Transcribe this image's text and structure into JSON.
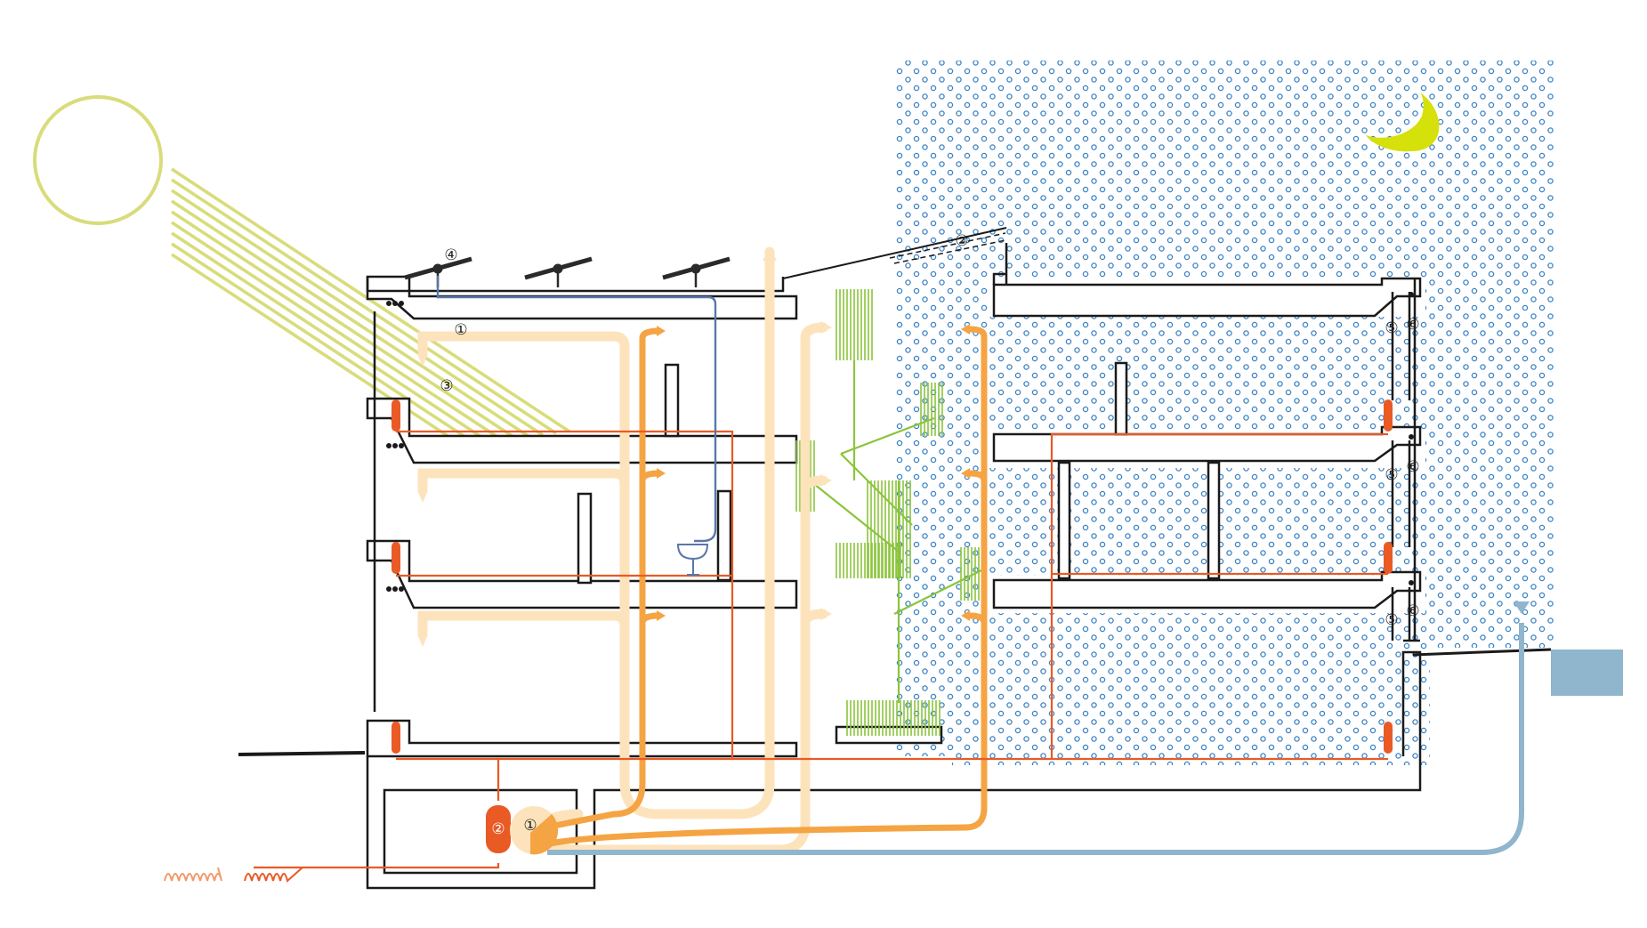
{
  "markers": {
    "m1": "①",
    "m2": "②",
    "m3": "③",
    "m4": "④",
    "m5": "⑤",
    "m6": "⑥"
  },
  "colors": {
    "sun": "#d8dc7a",
    "moon": "#d6e00a",
    "night_dots": "#3a82c4",
    "structure": "#1a1a1a",
    "warm_air": "#fde3bc",
    "hot_supply": "#f5a443",
    "heating_water": "#e95a25",
    "rain_water": "#8fb6cc",
    "domestic_water": "#5a78a8",
    "greenery": "#8cc43c",
    "solar_panel": "#2a2a2a"
  },
  "icons": {
    "sun": "sun-icon",
    "moon": "crescent-moon-icon",
    "solar_panels": "solar-panel-icon",
    "sink": "washbasin-icon",
    "ground_coils": "geothermal-coil-icon",
    "tank": "water-tank-icon"
  }
}
